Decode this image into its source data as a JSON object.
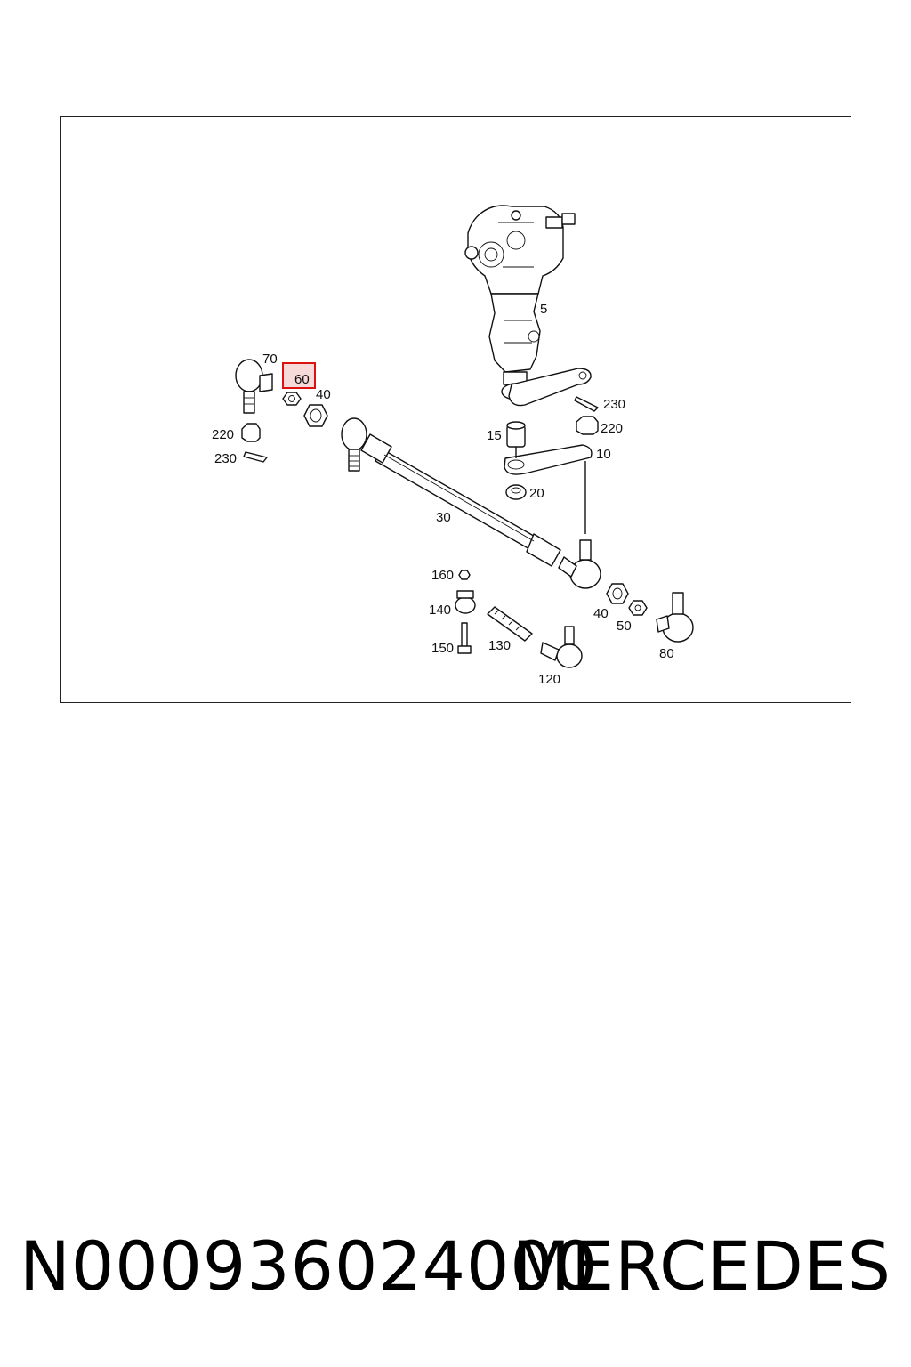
{
  "diagram": {
    "highlighted_callout": "60",
    "callouts": {
      "c5": "5",
      "c10": "10",
      "c15": "15",
      "c20": "20",
      "c30": "30",
      "c40a": "40",
      "c40b": "40",
      "c50": "50",
      "c60": "60",
      "c70": "70",
      "c80": "80",
      "c120": "120",
      "c130": "130",
      "c140": "140",
      "c150": "150",
      "c160": "160",
      "c220a": "220",
      "c220b": "220",
      "c230a": "230",
      "c230b": "230"
    },
    "highlight_color": "#d11111"
  },
  "footer": {
    "part_number": "N000936024000",
    "brand": "MERCEDES"
  }
}
